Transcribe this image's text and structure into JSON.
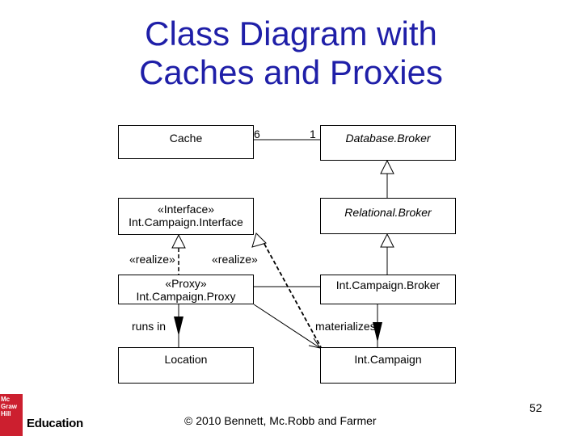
{
  "title": {
    "line1": "Class Diagram with",
    "line2": "Caches and Proxies"
  },
  "classes": {
    "cache": {
      "name": "Cache"
    },
    "database_broker": {
      "name": "Database.Broker"
    },
    "interface": {
      "stereotype": "«Interface»",
      "name": "Int.Campaign.Interface"
    },
    "relational_broker": {
      "name": "Relational.Broker"
    },
    "proxy": {
      "stereotype": "«Proxy»",
      "name": "Int.Campaign.Proxy"
    },
    "int_campaign_broker": {
      "name": "Int.Campaign.Broker"
    },
    "location": {
      "name": "Location"
    },
    "int_campaign": {
      "name": "Int.Campaign"
    }
  },
  "labels": {
    "mult_cache": "6",
    "mult_broker": "1",
    "realize_left": "«realize»",
    "realize_right": "«realize»",
    "runs_in": "runs in",
    "materializes": "materializes"
  },
  "footer": {
    "page_number": "52",
    "copyright": "© 2010 Bennett, Mc.Robb and Farmer"
  },
  "logo": {
    "mark": "Mc Graw Hill",
    "text": "Education",
    "color": "#cc1f2f"
  },
  "colors": {
    "title": "#1f1fa8",
    "lines": "#000000"
  }
}
